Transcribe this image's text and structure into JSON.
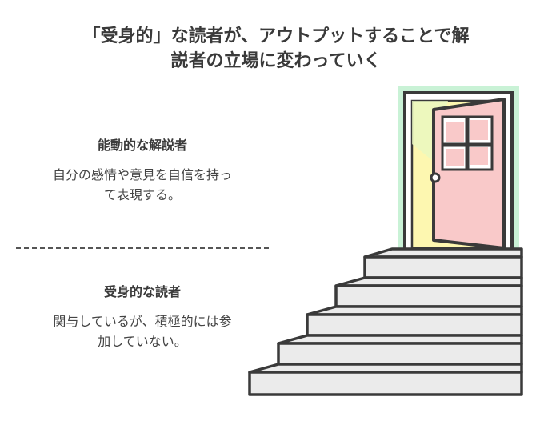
{
  "title": {
    "line1": "「受身的」な読者が、アウトプットすることで解",
    "line2": "説者の立場に変わっていく"
  },
  "active": {
    "heading": "能動的な解説者",
    "desc_line1": "自分の感情や意見を自信を持っ",
    "desc_line2": "て表現する。"
  },
  "passive": {
    "heading": "受身的な読者",
    "desc_line1": "関与しているが、積極的には参",
    "desc_line2": "加していない。"
  },
  "colors": {
    "door": "#f9c9c9",
    "frame_glow": "#c9f2d6",
    "inner_light": "#fdf7b0",
    "stairs": "#ebebeb",
    "outline": "#3a3a3a"
  }
}
